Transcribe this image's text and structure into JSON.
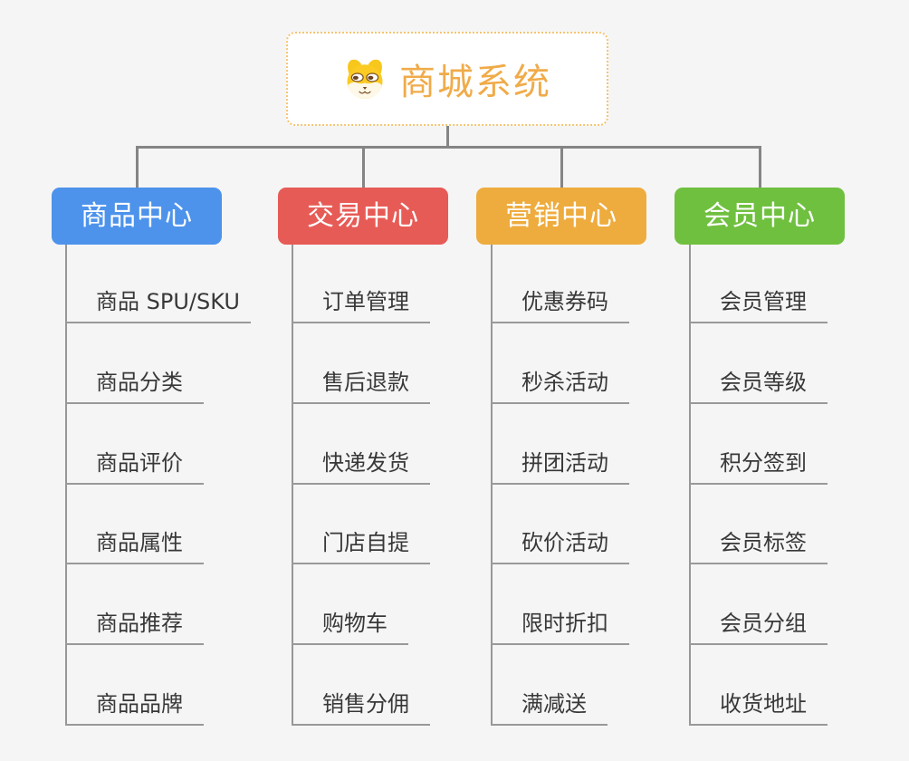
{
  "root": {
    "title": "商城系统",
    "icon": "shiba-dog-icon"
  },
  "theme": {
    "background": "#f5f5f5",
    "root_border": "#f5c473",
    "root_title_color": "#f0ab49",
    "connector_color": "#858585",
    "underline_color": "#999999",
    "leaf_text_color": "#383838"
  },
  "branches": [
    {
      "label": "商品中心",
      "color": "#4d93eb",
      "children": [
        "商品 SPU/SKU",
        "商品分类",
        "商品评价",
        "商品属性",
        "商品推荐",
        "商品品牌"
      ]
    },
    {
      "label": "交易中心",
      "color": "#e75b56",
      "children": [
        "订单管理",
        "售后退款",
        "快递发货",
        "门店自提",
        "购物车",
        "销售分佣"
      ]
    },
    {
      "label": "营销中心",
      "color": "#eeac3e",
      "children": [
        "优惠券码",
        "秒杀活动",
        "拼团活动",
        "砍价活动",
        "限时折扣",
        "满减送"
      ]
    },
    {
      "label": "会员中心",
      "color": "#70c040",
      "children": [
        "会员管理",
        "会员等级",
        "积分签到",
        "会员标签",
        "会员分组",
        "收货地址"
      ]
    }
  ]
}
